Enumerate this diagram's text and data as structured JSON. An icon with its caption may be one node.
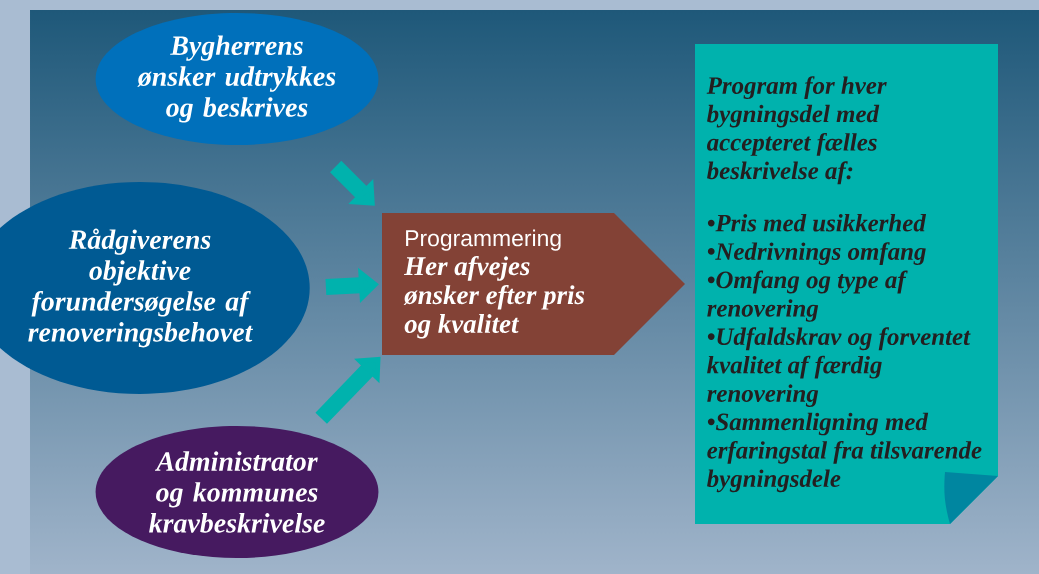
{
  "diagram": {
    "nodes": [
      {
        "text": [
          "Bygherrens ønsker udtrykkes og beskrives"
        ]
      },
      {
        "text": [
          "Rådgiverens objektive forundersøgelse af renoveringsbehovet"
        ]
      },
      {
        "text": [
          "Administrator og kommunes kravbeskrivelse"
        ]
      },
      {
        "text": [
          "Programmering",
          "Her afvejes ønsker efter pris og kvalitet"
        ]
      },
      {
        "text": [
          "Program *for hver bygningsdel med accepteret fælles beskrivelse af:*",
          "•Pris med usikkerhed",
          "•Nedrivnings omfang",
          "•Omfang og type af renovering",
          "•Udfaldskrav og forventet kvalitet af færdig renovering",
          "•Sammenligning med erfaringstal fra tilsvarende bygningsdele"
        ]
      }
    ],
    "edges": [
      {
        "from": 0,
        "to": 3,
        "arrow": "to"
      },
      {
        "from": 1,
        "to": 3,
        "arrow": "to"
      },
      {
        "from": 2,
        "to": 3,
        "arrow": "to"
      }
    ]
  }
}
